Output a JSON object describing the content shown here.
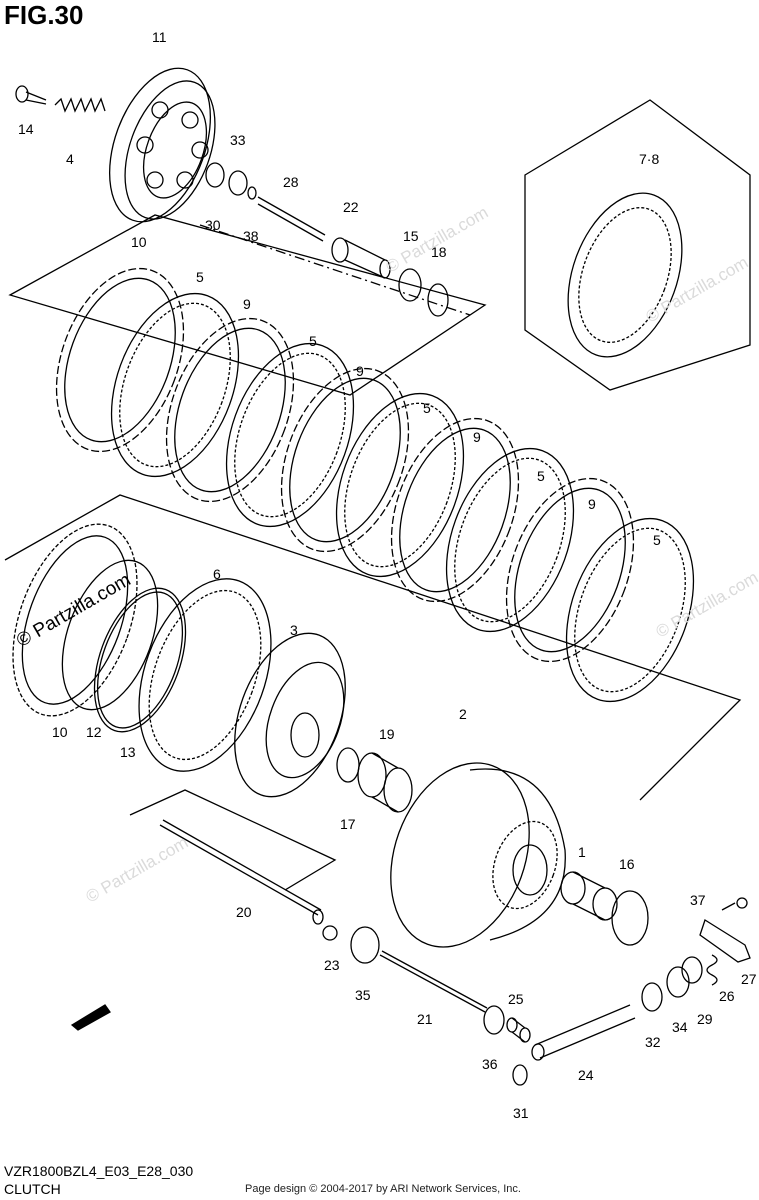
{
  "figure": {
    "title": "FIG.30"
  },
  "footer": {
    "code": "VZR1800BZL4_E03_E28_030",
    "section": "CLUTCH",
    "copyright": "Page design © 2004-2017 by ARI Network Services, Inc."
  },
  "watermark": "© Partzilla.com",
  "fwd_label": "FWD",
  "callouts": [
    {
      "id": "c11",
      "text": "11"
    },
    {
      "id": "c14",
      "text": "14"
    },
    {
      "id": "c4",
      "text": "4"
    },
    {
      "id": "c33",
      "text": "33"
    },
    {
      "id": "c30",
      "text": "30"
    },
    {
      "id": "c28",
      "text": "28"
    },
    {
      "id": "c38",
      "text": "38"
    },
    {
      "id": "c22",
      "text": "22"
    },
    {
      "id": "c15",
      "text": "15"
    },
    {
      "id": "c18",
      "text": "18"
    },
    {
      "id": "c78",
      "text": "7·8"
    },
    {
      "id": "c10a",
      "text": "10"
    },
    {
      "id": "c5a",
      "text": "5"
    },
    {
      "id": "c9a",
      "text": "9"
    },
    {
      "id": "c5b",
      "text": "5"
    },
    {
      "id": "c9b",
      "text": "9"
    },
    {
      "id": "c5c",
      "text": "5"
    },
    {
      "id": "c9c",
      "text": "9"
    },
    {
      "id": "c5d",
      "text": "5"
    },
    {
      "id": "c9d",
      "text": "9"
    },
    {
      "id": "c5e",
      "text": "5"
    },
    {
      "id": "c6",
      "text": "6"
    },
    {
      "id": "c3",
      "text": "3"
    },
    {
      "id": "c2",
      "text": "2"
    },
    {
      "id": "c19",
      "text": "19"
    },
    {
      "id": "c10b",
      "text": "10"
    },
    {
      "id": "c12",
      "text": "12"
    },
    {
      "id": "c13",
      "text": "13"
    },
    {
      "id": "c17",
      "text": "17"
    },
    {
      "id": "c1",
      "text": "1"
    },
    {
      "id": "c16",
      "text": "16"
    },
    {
      "id": "c20",
      "text": "20"
    },
    {
      "id": "c37",
      "text": "37"
    },
    {
      "id": "c23",
      "text": "23"
    },
    {
      "id": "c35",
      "text": "35"
    },
    {
      "id": "c25",
      "text": "25"
    },
    {
      "id": "c21",
      "text": "21"
    },
    {
      "id": "c36",
      "text": "36"
    },
    {
      "id": "c32",
      "text": "32"
    },
    {
      "id": "c34",
      "text": "34"
    },
    {
      "id": "c29",
      "text": "29"
    },
    {
      "id": "c26",
      "text": "26"
    },
    {
      "id": "c27",
      "text": "27"
    },
    {
      "id": "c24",
      "text": "24"
    },
    {
      "id": "c31",
      "text": "31"
    }
  ]
}
